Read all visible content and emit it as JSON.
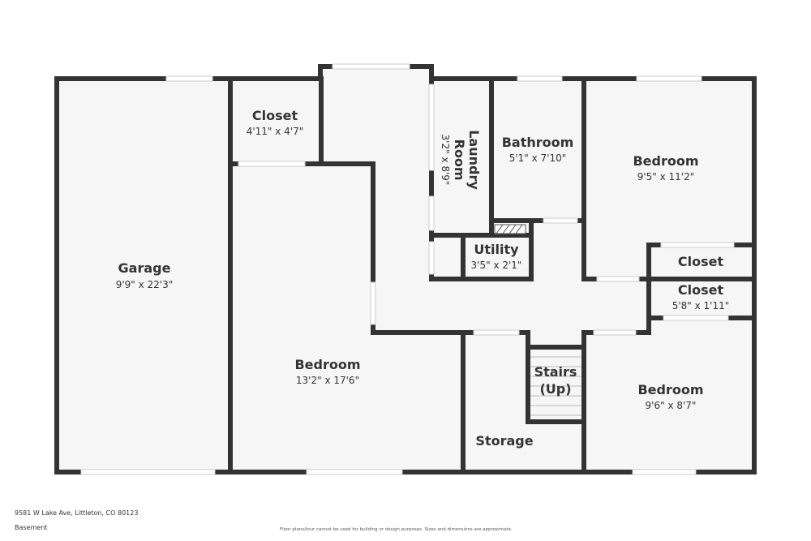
{
  "colors": {
    "wall": "#333333",
    "floor": "#f6f6f6",
    "window": "#ffffff",
    "text": "#333333"
  },
  "rooms": {
    "garage": {
      "name": "Garage",
      "dims": "9'9\" x 22'3\""
    },
    "closet1": {
      "name": "Closet",
      "dims": "4'11\" x 4'7\""
    },
    "laundry": {
      "name1": "Laundry",
      "name2": "Room",
      "dims": "3'2\" x 8'9\""
    },
    "bathroom": {
      "name": "Bathroom",
      "dims": "5'1\" x 7'10\""
    },
    "bedroom_ne": {
      "name": "Bedroom",
      "dims": "9'5\" x 11'2\""
    },
    "utility": {
      "name": "Utility",
      "dims": "3'5\" x 2'1\""
    },
    "closet2": {
      "name": "Closet"
    },
    "closet3": {
      "name": "Closet",
      "dims": "5'8\" x 1'11\""
    },
    "bedroom_w": {
      "name": "Bedroom",
      "dims": "13'2\" x 17'6\""
    },
    "stairs": {
      "name1": "Stairs",
      "name2": "(Up)"
    },
    "bedroom_se": {
      "name": "Bedroom",
      "dims": "9'6\" x 8'7\""
    },
    "storage": {
      "name": "Storage"
    }
  },
  "footer": {
    "address": "9581 W Lake Ave, Littleton, CO 80123",
    "floor": "Basement",
    "disclaimer": "Floor plans/tour cannot be used for building or design purposes. Sizes and dimensions are approximate."
  }
}
